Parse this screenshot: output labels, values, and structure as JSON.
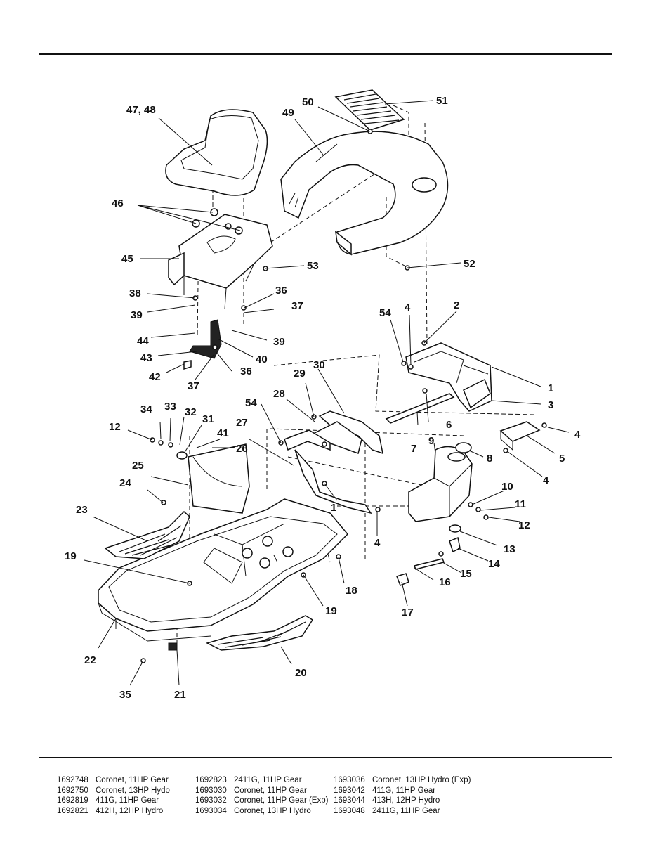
{
  "diagram": {
    "callouts": [
      "47, 48",
      "50",
      "51",
      "49",
      "46",
      "45",
      "53",
      "52",
      "38",
      "36",
      "39",
      "37",
      "44",
      "39",
      "43",
      "40",
      "42",
      "36",
      "37",
      "54",
      "4",
      "2",
      "1",
      "3",
      "29",
      "30",
      "34",
      "33",
      "32",
      "12",
      "31",
      "41",
      "26",
      "28",
      "54",
      "27",
      "6",
      "7",
      "9",
      "8",
      "5",
      "4",
      "4",
      "25",
      "24",
      "23",
      "1",
      "10",
      "11",
      "12",
      "4",
      "13",
      "14",
      "19",
      "18",
      "15",
      "16",
      "19",
      "17",
      "22",
      "20",
      "35",
      "21"
    ]
  },
  "models": [
    [
      {
        "part": "1692748",
        "desc": "Coronet, 11HP Gear"
      },
      {
        "part": "1692750",
        "desc": "Coronet, 13HP Hydo"
      },
      {
        "part": "1692819",
        "desc": "411G, 11HP Gear"
      },
      {
        "part": "1692821",
        "desc": "412H, 12HP Hydro"
      }
    ],
    [
      {
        "part": "1692823",
        "desc": "2411G, 11HP Gear"
      },
      {
        "part": "1693030",
        "desc": "Coronet, 11HP Gear"
      },
      {
        "part": "1693032",
        "desc": "Coronet, 11HP Gear (Exp)"
      },
      {
        "part": "1693034",
        "desc": "Coronet, 13HP Hydro"
      }
    ],
    [
      {
        "part": "1693036",
        "desc": "Coronet, 13HP Hydro (Exp)"
      },
      {
        "part": "1693042",
        "desc": "411G, 11HP Gear"
      },
      {
        "part": "1693044",
        "desc": "413H, 12HP Hydro"
      },
      {
        "part": "1693048",
        "desc": "2411G, 11HP Gear"
      }
    ]
  ]
}
